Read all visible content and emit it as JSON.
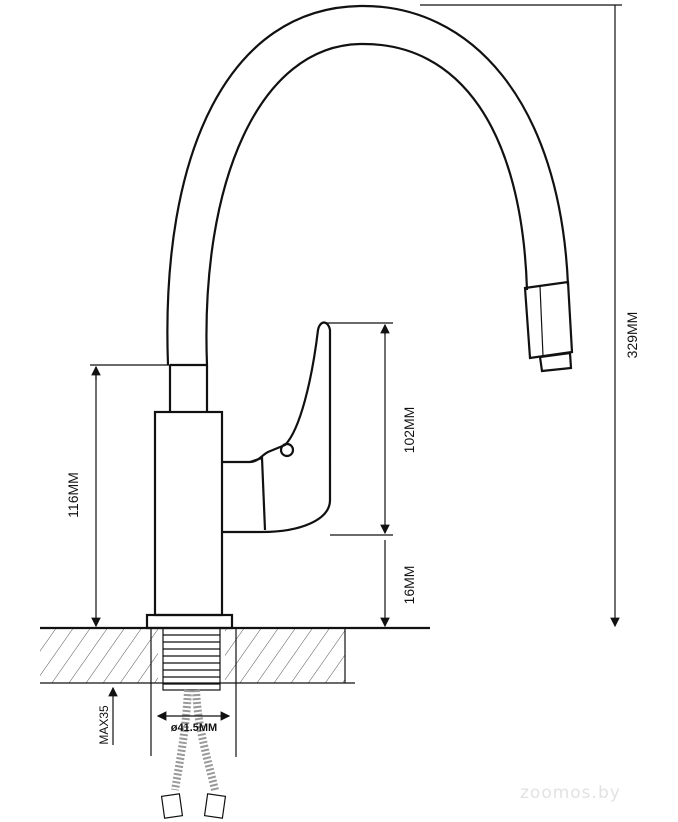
{
  "dimensions": {
    "total_height": "329MM",
    "body_height": "116MM",
    "handle_height": "102MM",
    "base_height": "16MM",
    "max_counter_thickness": "MAX35",
    "mount_hole_diameter": "ø41.5MM"
  },
  "watermark": "zoomos.by"
}
